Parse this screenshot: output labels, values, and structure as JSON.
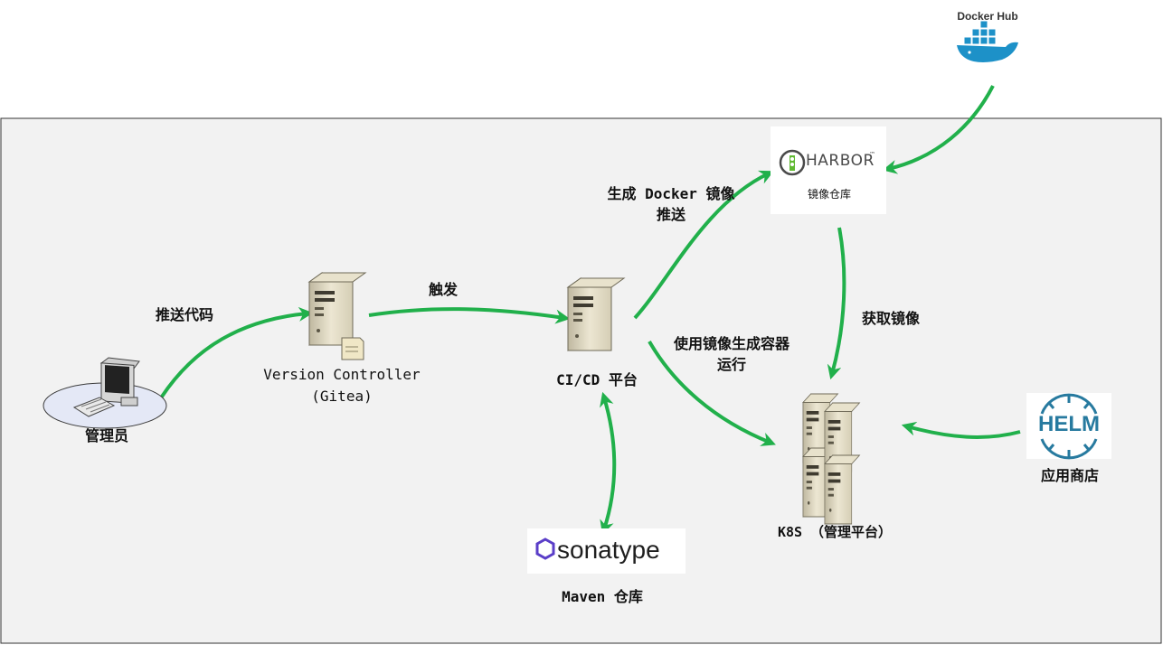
{
  "nodes": {
    "admin": {
      "label": "管理员"
    },
    "version_controller": {
      "line1": "Version Controller",
      "line2": "(Gitea)"
    },
    "cicd": {
      "label": "CI/CD 平台"
    },
    "harbor": {
      "logo_text": "HARBOR",
      "tm": "™",
      "caption": "镜像仓库"
    },
    "docker_hub": {
      "label": "Docker Hub"
    },
    "k8s": {
      "label": "K8S （管理平台）"
    },
    "helm": {
      "logo_text": "HELM",
      "caption": "应用商店"
    },
    "sonatype": {
      "logo_text": "sonatype",
      "caption": "Maven 仓库"
    }
  },
  "edges": {
    "push_code": {
      "label": "推送代码"
    },
    "trigger": {
      "label": "触发"
    },
    "build_push": {
      "line1": "生成 Docker 镜像",
      "line2": "推送"
    },
    "pull_image": {
      "label": "获取镜像"
    },
    "run_container": {
      "line1": "使用镜像生成容器",
      "line2": "运行"
    }
  },
  "colors": {
    "arrow": "#21b04b",
    "panel_bg": "#f2f2f2",
    "panel_border": "#333333",
    "helm_blue": "#277a9f",
    "harbor_teal": "#60b932",
    "sonatype_purple": "#5a3ec8",
    "docker_blue": "#1d91c8"
  }
}
